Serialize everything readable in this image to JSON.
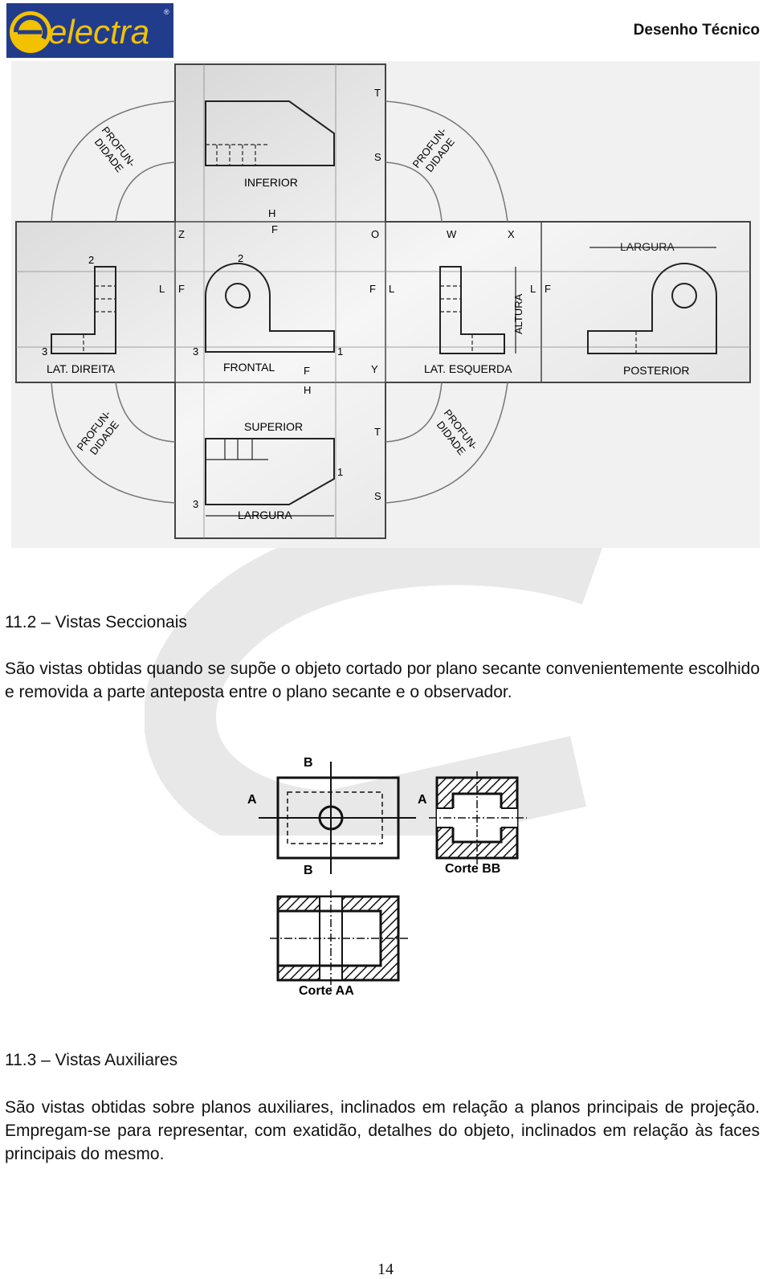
{
  "header": {
    "logo_text": "electra",
    "title": "Desenho Técnico"
  },
  "figure_projections": {
    "labels": {
      "inferior": "INFERIOR",
      "superior": "SUPERIOR",
      "frontal": "FRONTAL",
      "lat_direita": "LAT. DIREITA",
      "lat_esquerda": "LAT. ESQUERDA",
      "posterior": "POSTERIOR",
      "largura": "LARGURA",
      "altura": "ALTURA",
      "profun": "PROFUN-",
      "didade": "DIDADE"
    },
    "letters": {
      "t": "T",
      "s": "S",
      "h": "H",
      "f": "F",
      "z": "Z",
      "o": "O",
      "w": "W",
      "x": "X",
      "l": "L",
      "y": "Y",
      "n1": "1",
      "n2": "2",
      "n3": "3"
    }
  },
  "section_2": {
    "heading": "11.2 – Vistas Seccionais",
    "paragraph": "São vistas obtidas quando se supõe o objeto cortado por plano secante convenientemente escolhido e removida a parte anteposta entre o plano secante e o observador."
  },
  "figure_sections": {
    "label_a": "A",
    "label_b": "B",
    "corte_bb": "Corte BB",
    "corte_aa": "Corte AA"
  },
  "section_3": {
    "heading": "11.3 – Vistas Auxiliares",
    "paragraph": "São vistas obtidas sobre planos auxiliares, inclinados em relação a planos principais de projeção. Empregam-se para representar, com exatidão, detalhes do objeto, inclinados em relação às faces principais do mesmo."
  },
  "footer": {
    "page_number": "14"
  },
  "colors": {
    "logo_bg": "#223c8c",
    "logo_yellow": "#f2c200"
  }
}
